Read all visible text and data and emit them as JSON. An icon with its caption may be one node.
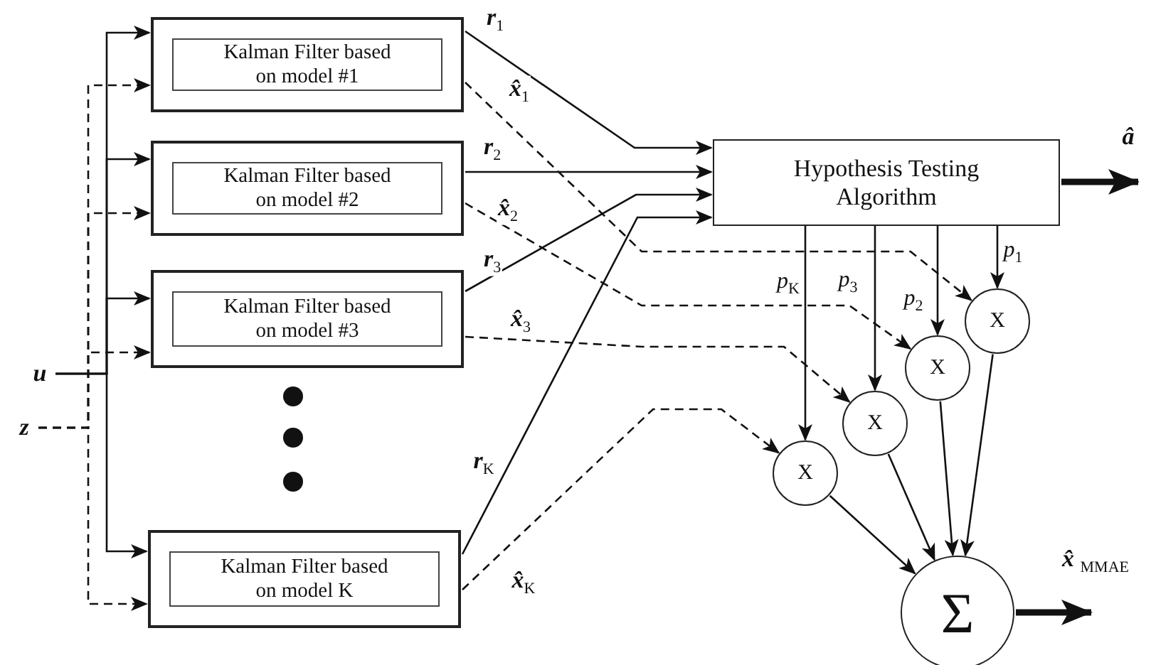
{
  "diagram": {
    "nodes": [
      {
        "text": [
          "u"
        ]
      },
      {
        "text": [
          "z"
        ]
      },
      {
        "text": [
          "Kalman Filter based on model #1"
        ]
      },
      {
        "text": [
          "Kalman Filter based on model #2"
        ]
      },
      {
        "text": [
          "Kalman Filter based on model #3"
        ]
      },
      {
        "text": [
          "Kalman Filter based on model K"
        ]
      },
      {
        "text": [
          "Hypothesis Testing Algorithm"
        ]
      },
      {
        "text": [
          "X"
        ]
      },
      {
        "text": [
          "X"
        ]
      },
      {
        "text": [
          "X"
        ]
      },
      {
        "text": [
          "X"
        ]
      },
      {
        "text": [
          "Σ"
        ]
      }
    ],
    "edges": [
      {
        "from": 0,
        "to": 2,
        "arrow": "to"
      },
      {
        "from": 0,
        "to": 3,
        "arrow": "to"
      },
      {
        "from": 0,
        "to": 4,
        "arrow": "to"
      },
      {
        "from": 0,
        "to": 5,
        "arrow": "to"
      },
      {
        "from": 1,
        "to": 2,
        "arrow": "to",
        "style": "dashed"
      },
      {
        "from": 1,
        "to": 3,
        "arrow": "to",
        "style": "dashed"
      },
      {
        "from": 1,
        "to": 4,
        "arrow": "to",
        "style": "dashed"
      },
      {
        "from": 1,
        "to": 5,
        "arrow": "to",
        "style": "dashed"
      },
      {
        "from": 2,
        "to": 6,
        "arrow": "to",
        "label": "r$_{1}$"
      },
      {
        "from": 3,
        "to": 6,
        "arrow": "to",
        "label": "r$_{2}$"
      },
      {
        "from": 4,
        "to": 6,
        "arrow": "to",
        "label": "r$_{3}$"
      },
      {
        "from": 5,
        "to": 6,
        "arrow": "to",
        "label": "r$_{K}$"
      },
      {
        "from": 2,
        "to": 7,
        "arrow": "to",
        "style": "dashed",
        "label": "x̂$_{1}$"
      },
      {
        "from": 3,
        "to": 8,
        "arrow": "to",
        "style": "dashed",
        "label": "x̂$_{2}$"
      },
      {
        "from": 4,
        "to": 9,
        "arrow": "to",
        "style": "dashed",
        "label": "x̂$_{3}$"
      },
      {
        "from": 5,
        "to": 10,
        "arrow": "to",
        "style": "dashed",
        "label": "x̂$_{K}$"
      },
      {
        "from": 6,
        "to": 7,
        "arrow": "to",
        "label": "p$_{1}$"
      },
      {
        "from": 6,
        "to": 8,
        "arrow": "to",
        "label": "p$_{2}$"
      },
      {
        "from": 6,
        "to": 9,
        "arrow": "to",
        "label": "p$_{3}$"
      },
      {
        "from": 6,
        "to": 10,
        "arrow": "to",
        "label": "p$_{K}$"
      },
      {
        "from": 7,
        "to": 11,
        "arrow": "to"
      },
      {
        "from": 8,
        "to": 11,
        "arrow": "to"
      },
      {
        "from": 9,
        "to": 11,
        "arrow": "to"
      },
      {
        "from": 10,
        "to": 11,
        "arrow": "to"
      },
      {
        "from": 6,
        "to": null,
        "arrow": "to",
        "style": "thick",
        "label": "â"
      },
      {
        "from": 11,
        "to": null,
        "arrow": "to",
        "style": "thick",
        "label": "x̂ $_{MMAE}$"
      }
    ]
  }
}
